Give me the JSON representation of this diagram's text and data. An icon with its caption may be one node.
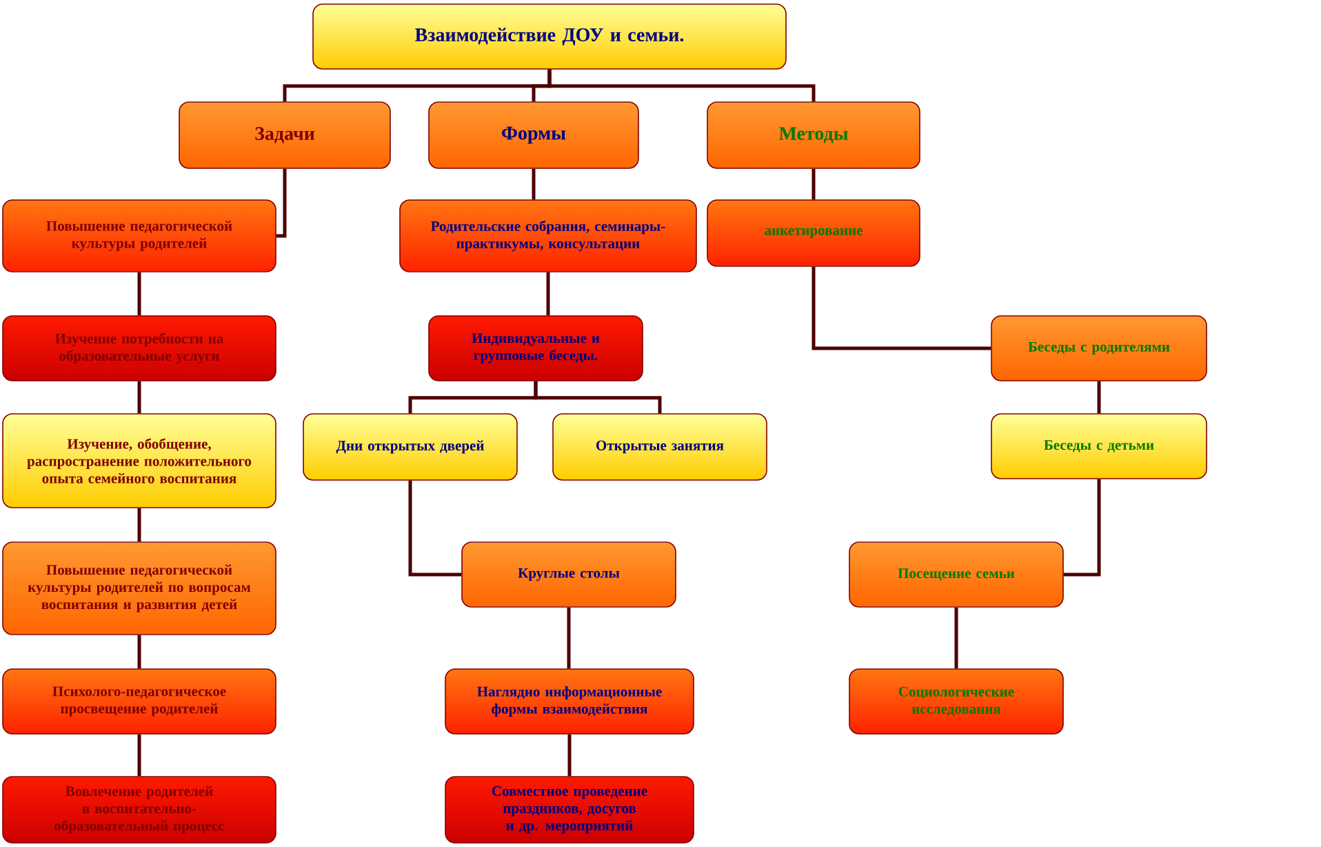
{
  "diagram": {
    "nodes": [
      {
        "text": [
          "Взаимодействие ДОУ и семьи."
        ]
      },
      {
        "text": [
          "Задачи"
        ]
      },
      {
        "text": [
          "Формы"
        ]
      },
      {
        "text": [
          "Методы"
        ]
      },
      {
        "text": [
          "Повышение педагогической культуры родителей"
        ]
      },
      {
        "text": [
          "Изучение потребности на образовательные услуги"
        ]
      },
      {
        "text": [
          "Изучение, обобщение, распространение положительного опыта семейного воспитания"
        ]
      },
      {
        "text": [
          "Повышение педагогической культуры родителей по вопросам воспитания и развития детей"
        ]
      },
      {
        "text": [
          "Психолого-педагогическое просвещение родителей"
        ]
      },
      {
        "text": [
          "Вовлечение родителей в воспитательно-образовательный процесс"
        ]
      },
      {
        "text": [
          "Родительские собрания, семинары-практикумы, консультации"
        ]
      },
      {
        "text": [
          "Индивидуальные и групповые беседы."
        ]
      },
      {
        "text": [
          "Дни открытых дверей"
        ]
      },
      {
        "text": [
          "Открытые занятия"
        ]
      },
      {
        "text": [
          "Круглые столы"
        ]
      },
      {
        "text": [
          "Наглядно информационные формы взаимодействия"
        ]
      },
      {
        "text": [
          "Совместное проведение праздников, досугов и др. мероприятий"
        ]
      },
      {
        "text": [
          "анкетирование"
        ]
      },
      {
        "text": [
          "Беседы с родителями"
        ]
      },
      {
        "text": [
          "Беседы с детьми"
        ]
      },
      {
        "text": [
          "Посещение семьи"
        ]
      },
      {
        "text": [
          "Социологические исследования"
        ]
      }
    ],
    "edges": [
      {
        "from": 0,
        "to": 1,
        "arrow": "none"
      },
      {
        "from": 0,
        "to": 2,
        "arrow": "none"
      },
      {
        "from": 0,
        "to": 3,
        "arrow": "none"
      },
      {
        "from": 1,
        "to": 4,
        "arrow": "none"
      },
      {
        "from": 4,
        "to": 5,
        "arrow": "none"
      },
      {
        "from": 5,
        "to": 6,
        "arrow": "none"
      },
      {
        "from": 6,
        "to": 7,
        "arrow": "none"
      },
      {
        "from": 7,
        "to": 8,
        "arrow": "none"
      },
      {
        "from": 8,
        "to": 9,
        "arrow": "none"
      },
      {
        "from": 2,
        "to": 10,
        "arrow": "none"
      },
      {
        "from": 10,
        "to": 11,
        "arrow": "none"
      },
      {
        "from": 11,
        "to": 12,
        "arrow": "none"
      },
      {
        "from": 11,
        "to": 13,
        "arrow": "none"
      },
      {
        "from": 12,
        "to": 14,
        "arrow": "none"
      },
      {
        "from": 14,
        "to": 15,
        "arrow": "none"
      },
      {
        "from": 15,
        "to": 16,
        "arrow": "none"
      },
      {
        "from": 3,
        "to": 17,
        "arrow": "none"
      },
      {
        "from": 17,
        "to": 18,
        "arrow": "none"
      },
      {
        "from": 18,
        "to": 19,
        "arrow": "none"
      },
      {
        "from": 19,
        "to": 20,
        "arrow": "none"
      },
      {
        "from": 20,
        "to": 21,
        "arrow": "none"
      }
    ]
  }
}
